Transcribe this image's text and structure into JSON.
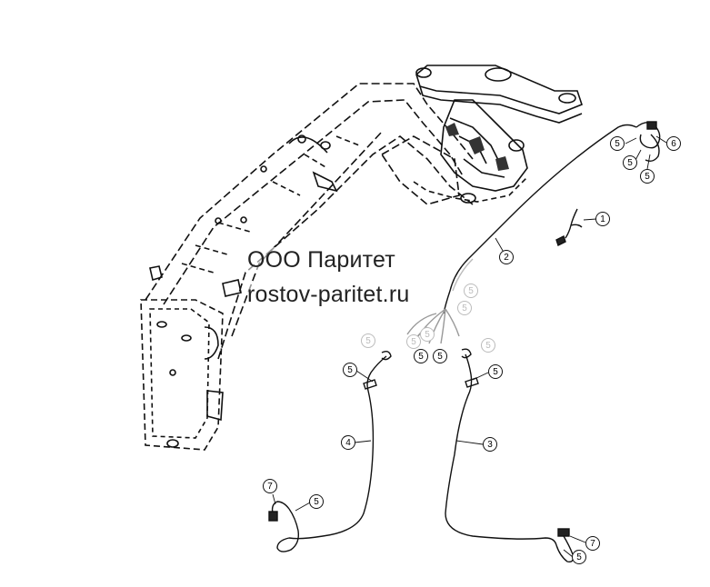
{
  "watermark": {
    "company": "ООО Паритет",
    "url": "rostov-paritet.ru"
  },
  "callouts": [
    {
      "id": "c1",
      "label": "1"
    },
    {
      "id": "c2",
      "label": "2"
    },
    {
      "id": "c3",
      "label": "3"
    },
    {
      "id": "c4",
      "label": "4"
    },
    {
      "id": "c5a",
      "label": "5"
    },
    {
      "id": "c5b",
      "label": "5"
    },
    {
      "id": "c5c",
      "label": "5"
    },
    {
      "id": "c5d",
      "label": "5"
    },
    {
      "id": "c5e",
      "label": "5"
    },
    {
      "id": "c5f",
      "label": "5"
    },
    {
      "id": "c5g",
      "label": "5"
    },
    {
      "id": "c5h",
      "label": "5"
    },
    {
      "id": "c5i",
      "label": "5"
    },
    {
      "id": "c5j",
      "label": "5"
    },
    {
      "id": "c5k",
      "label": "5"
    },
    {
      "id": "c5l",
      "label": "5"
    },
    {
      "id": "c5m",
      "label": "5"
    },
    {
      "id": "c5n",
      "label": "5"
    },
    {
      "id": "c5o",
      "label": "5"
    },
    {
      "id": "c6",
      "label": "6"
    },
    {
      "id": "c7a",
      "label": "7"
    },
    {
      "id": "c7b",
      "label": "7"
    }
  ]
}
